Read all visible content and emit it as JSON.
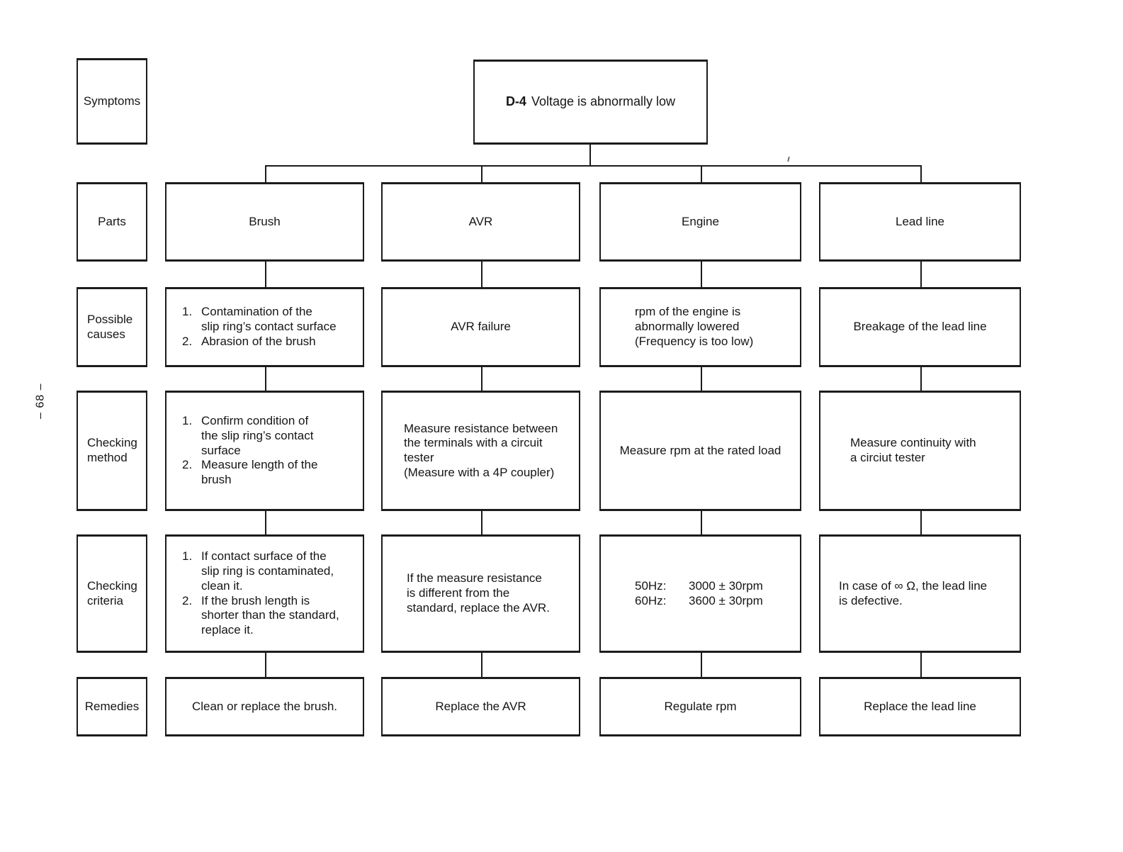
{
  "page_number": "– 68 –",
  "header": {
    "symptoms_label": "Symptoms",
    "symptom_code": "D-4",
    "symptom_title": "Voltage is abnormally low"
  },
  "row_labels": {
    "parts": "Parts",
    "possible_causes": "Possible\ncauses",
    "checking_method": "Checking\nmethod",
    "checking_criteria": "Checking\ncriteria",
    "remedies": "Remedies"
  },
  "columns": [
    {
      "part": "Brush",
      "possible_causes": [
        {
          "num": "1.",
          "text": "Contamination of the\nslip ring’s contact surface"
        },
        {
          "num": "2.",
          "text": "Abrasion of the brush"
        }
      ],
      "checking_method": [
        {
          "num": "1.",
          "text": "Confirm condition of\nthe slip ring’s contact\nsurface"
        },
        {
          "num": "2.",
          "text": "Measure length of the\nbrush"
        }
      ],
      "checking_criteria": [
        {
          "num": "1.",
          "text": "If contact surface of the\nslip ring is contaminated,\nclean it."
        },
        {
          "num": "2.",
          "text": "If the brush length is\nshorter than the standard,\nreplace it."
        }
      ],
      "remedy": "Clean or replace the brush."
    },
    {
      "part": "AVR",
      "possible_causes": "AVR failure",
      "checking_method": "Measure resistance between\nthe terminals with a circuit\ntester\n(Measure with a 4P coupler)",
      "checking_criteria": "If the measure resistance\nis different from the\nstandard, replace the AVR.",
      "remedy": "Replace the AVR"
    },
    {
      "part": "Engine",
      "possible_causes": "rpm of the engine is\nabnormally lowered\n(Frequency is too low)",
      "checking_method": "Measure rpm at the rated load",
      "checking_criteria": [
        {
          "label": "50Hz:",
          "value": "3000 ± 30rpm"
        },
        {
          "label": "60Hz:",
          "value": "3600 ± 30rpm"
        }
      ],
      "remedy": "Regulate rpm"
    },
    {
      "part": "Lead line",
      "possible_causes": "Breakage of the lead line",
      "checking_method": "Measure continuity with\na circiut tester",
      "checking_criteria": "In case of ∞ Ω, the lead line\nis defective.",
      "remedy": "Replace the lead line"
    }
  ]
}
